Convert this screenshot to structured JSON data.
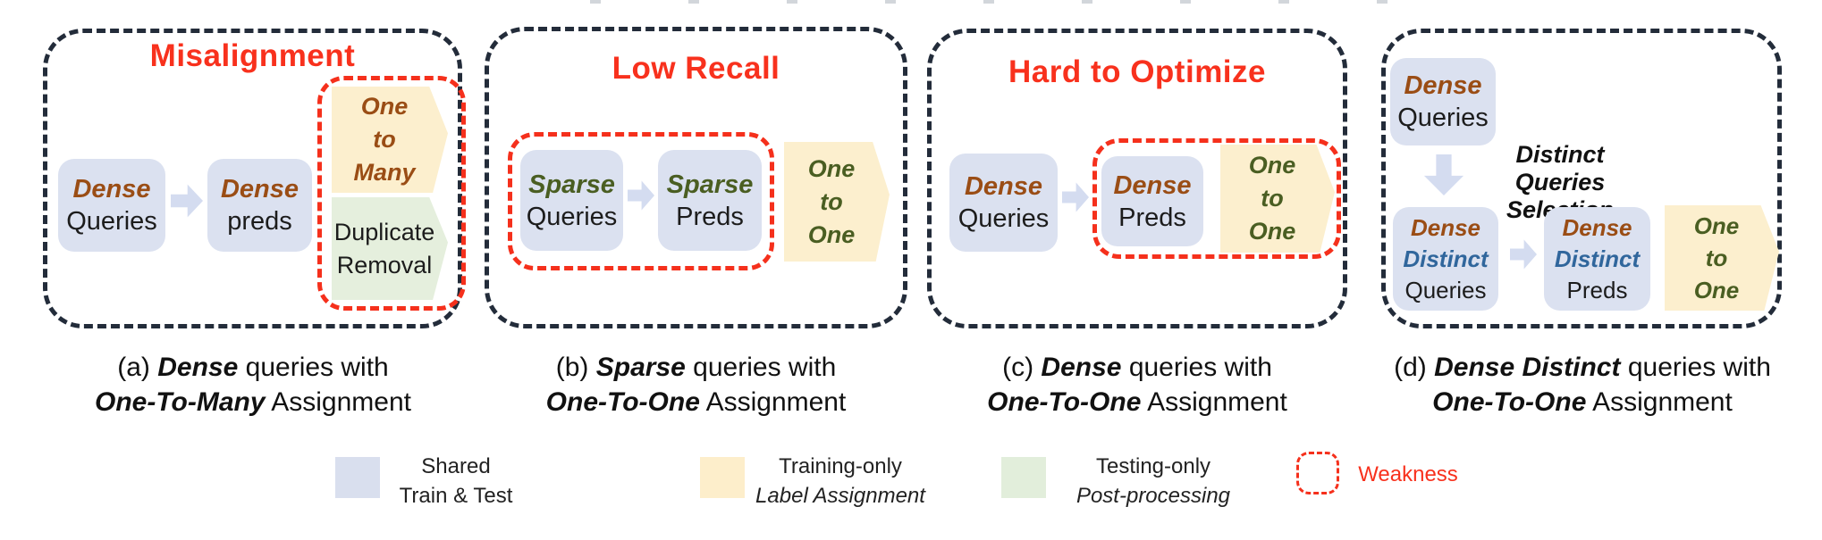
{
  "colors": {
    "panel_border": "#232c3a",
    "weakness_red": "#f5301c",
    "title_red": "#f8311d",
    "box_blue_fill": "#dbe1f0",
    "arrow_blue": "#d4dcf0",
    "assignment_yellow": "#fcefce",
    "postprocess_green": "#e5efdd",
    "dense_brown": "#9a4d15",
    "sparse_green": "#4a5e22",
    "distinct_blue": "#30669c"
  },
  "panels": {
    "a": {
      "title": "Misalignment",
      "query_box": {
        "line1": "Dense",
        "line2": "Queries"
      },
      "pred_box": {
        "line1": "Dense",
        "line2": "preds"
      },
      "assignment_tag": {
        "line1": "One",
        "line2": "to",
        "line3": "Many"
      },
      "postprocess_tag": {
        "line1": "Duplicate",
        "line2": "Removal"
      },
      "caption": {
        "prefix": "(a)",
        "em1": "Dense",
        "mid": "queries with",
        "em2": "One-To-Many",
        "suffix": "Assignment"
      }
    },
    "b": {
      "title": "Low Recall",
      "query_box": {
        "line1": "Sparse",
        "line2": "Queries"
      },
      "pred_box": {
        "line1": "Sparse",
        "line2": "Preds"
      },
      "assignment_tag": {
        "line1": "One",
        "line2": "to",
        "line3": "One"
      },
      "caption": {
        "prefix": "(b)",
        "em1": "Sparse",
        "mid": "queries with",
        "em2": "One-To-One",
        "suffix": "Assignment"
      }
    },
    "c": {
      "title": "Hard to Optimize",
      "query_box": {
        "line1": "Dense",
        "line2": "Queries"
      },
      "pred_box": {
        "line1": "Dense",
        "line2": "Preds"
      },
      "assignment_tag": {
        "line1": "One",
        "line2": "to",
        "line3": "One"
      },
      "caption": {
        "prefix": "(c)",
        "em1": "Dense",
        "mid": "queries with",
        "em2": "One-To-One",
        "suffix": "Assignment"
      }
    },
    "d": {
      "query_box": {
        "line1": "Dense",
        "line2": "Queries"
      },
      "selection_label": {
        "line1": "Distinct",
        "line2": "Queries Selection"
      },
      "distinct_query_box": {
        "line1": "Dense",
        "line2": "Distinct",
        "line3": "Queries"
      },
      "distinct_pred_box": {
        "line1": "Dense",
        "line2": "Distinct",
        "line3": "Preds"
      },
      "assignment_tag": {
        "line1": "One",
        "line2": "to",
        "line3": "One"
      },
      "caption": {
        "prefix": "(d)",
        "em1": "Dense Distinct",
        "mid": "queries with",
        "em2": "One-To-One",
        "suffix": "Assignment"
      }
    }
  },
  "legend": {
    "items": [
      {
        "line1": "Shared",
        "line2": "Train & Test"
      },
      {
        "line1": "Training-only",
        "line2": "Label Assignment"
      },
      {
        "line1": "Testing-only",
        "line2": "Post-processing"
      },
      {
        "line1": "Weakness",
        "line2": ""
      }
    ]
  }
}
